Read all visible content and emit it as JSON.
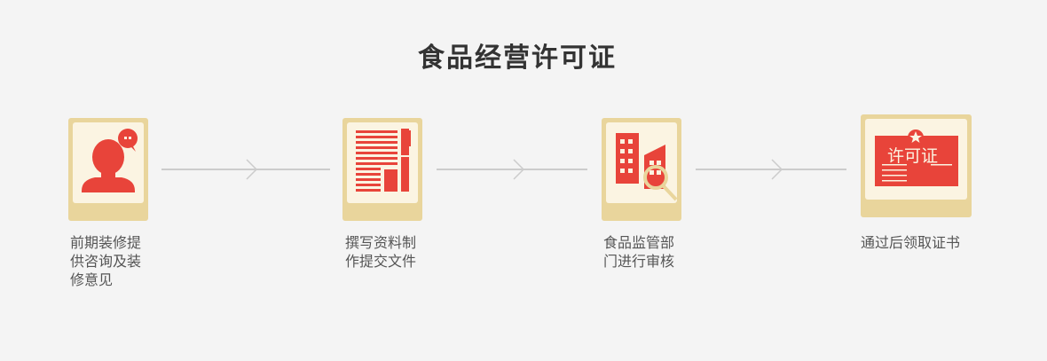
{
  "title": "食品经营许可证",
  "colors": {
    "background": "#f4f4f4",
    "card_frame": "#e9d59c",
    "card_inner": "#fbf4e2",
    "icon_red": "#e8443a",
    "connector": "#cccccc",
    "text": "#555555",
    "title": "#333333"
  },
  "steps": [
    {
      "label_lines": [
        "前期装修提",
        "供咨询及装",
        "修意见"
      ],
      "icon": "consultant-person-icon"
    },
    {
      "label_lines": [
        "撰写资料制",
        "作提交文件"
      ],
      "icon": "document-pen-icon"
    },
    {
      "label_lines": [
        "食品监管部",
        "门进行审核"
      ],
      "icon": "building-magnifier-icon"
    },
    {
      "label_lines": [
        "通过后领取证书"
      ],
      "icon": "license-certificate-icon",
      "certificate_text": "许可证"
    }
  ],
  "connectors": [
    "arrow-right",
    "arrow-right",
    "arrow-right"
  ]
}
